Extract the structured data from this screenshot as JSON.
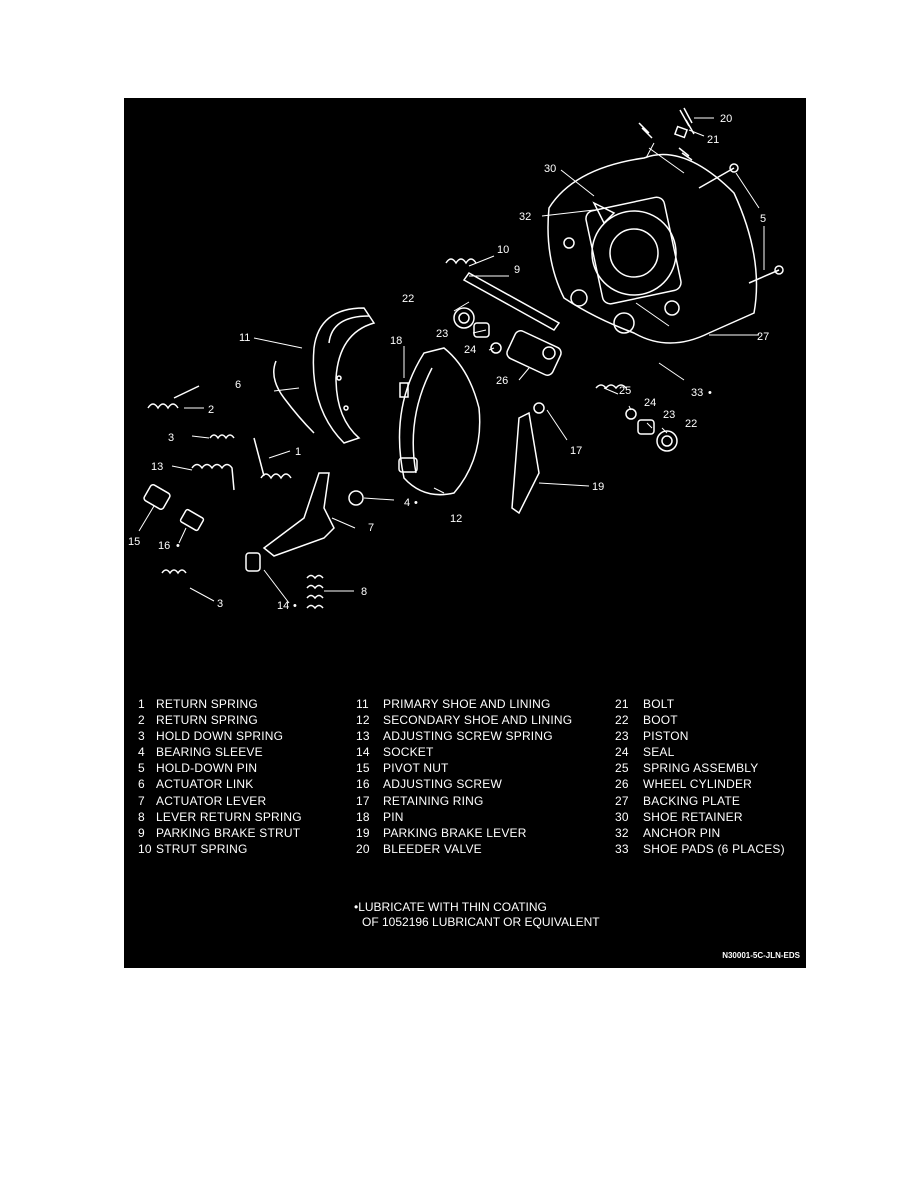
{
  "callouts": {
    "c1": "1",
    "c2": "2",
    "c3a": "3",
    "c3b": "3",
    "c4": "4",
    "c5": "5",
    "c6": "6",
    "c7": "7",
    "c8": "8",
    "c9": "9",
    "c10": "10",
    "c11": "11",
    "c12": "12",
    "c13": "13",
    "c14": "14",
    "c15": "15",
    "c16": "16",
    "c17": "17",
    "c18": "18",
    "c19": "19",
    "c20": "20",
    "c21": "21",
    "c22a": "22",
    "c22b": "22",
    "c23a": "23",
    "c23b": "23",
    "c24a": "24",
    "c24b": "24",
    "c25": "25",
    "c26": "26",
    "c27": "27",
    "c30": "30",
    "c32": "32",
    "c33": "33",
    "star": "•"
  },
  "legend": {
    "col1": [
      {
        "num": "1",
        "label": "RETURN SPRING"
      },
      {
        "num": "2",
        "label": "RETURN SPRING"
      },
      {
        "num": "3",
        "label": "HOLD DOWN SPRING"
      },
      {
        "num": "4",
        "label": "BEARING SLEEVE"
      },
      {
        "num": "5",
        "label": "HOLD-DOWN PIN"
      },
      {
        "num": "6",
        "label": "ACTUATOR LINK"
      },
      {
        "num": "7",
        "label": "ACTUATOR LEVER"
      },
      {
        "num": "8",
        "label": "LEVER RETURN SPRING"
      },
      {
        "num": "9",
        "label": "PARKING BRAKE STRUT"
      },
      {
        "num": "10",
        "label": "STRUT SPRING"
      }
    ],
    "col2": [
      {
        "num": "11",
        "label": "PRIMARY SHOE AND LINING"
      },
      {
        "num": "12",
        "label": "SECONDARY SHOE AND LINING"
      },
      {
        "num": "13",
        "label": "ADJUSTING SCREW SPRING"
      },
      {
        "num": "14",
        "label": "SOCKET"
      },
      {
        "num": "15",
        "label": "PIVOT NUT"
      },
      {
        "num": "16",
        "label": "ADJUSTING SCREW"
      },
      {
        "num": "17",
        "label": "RETAINING RING"
      },
      {
        "num": "18",
        "label": "PIN"
      },
      {
        "num": "19",
        "label": "PARKING BRAKE LEVER"
      },
      {
        "num": "20",
        "label": "BLEEDER VALVE"
      }
    ],
    "col3": [
      {
        "num": "21",
        "label": "BOLT"
      },
      {
        "num": "22",
        "label": "BOOT"
      },
      {
        "num": "23",
        "label": "PISTON"
      },
      {
        "num": "24",
        "label": "SEAL"
      },
      {
        "num": "25",
        "label": "SPRING ASSEMBLY"
      },
      {
        "num": "26",
        "label": "WHEEL CYLINDER"
      },
      {
        "num": "27",
        "label": "BACKING PLATE"
      },
      {
        "num": "30",
        "label": "SHOE RETAINER"
      },
      {
        "num": "32",
        "label": "ANCHOR PIN"
      },
      {
        "num": "33",
        "label": "SHOE PADS (6 PLACES)"
      }
    ]
  },
  "note": {
    "line1": "•LUBRICATE WITH THIN COATING",
    "line2": "OF 1052196 LUBRICANT OR EQUIVALENT"
  },
  "figure_id": "N30001-5C-JLN-EDS"
}
